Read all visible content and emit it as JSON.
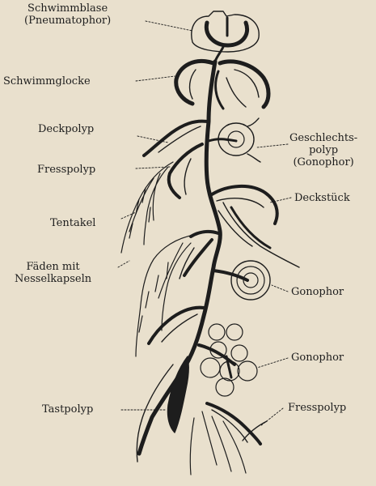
{
  "labels": {
    "schwimmblase": [
      "Schwimmblase",
      "(Pneumatophor)"
    ],
    "schwimmglocke": "Schwimmglocke",
    "deckpolyp": "Deckpolyp",
    "fresspolyp_left": "Fresspolyp",
    "tentakel": "Tentakel",
    "faeden": [
      "Fäden mit",
      "Nesselkapseln"
    ],
    "tastpolyp": "Tastpolyp",
    "geschlechtspolyp": [
      "Geschlechts-",
      "polyp",
      "(Gonophor)"
    ],
    "deckstueck": "Deckstück",
    "gonophor_upper": "Gonophor",
    "gonophor_lower": "Gonophor",
    "fresspolyp_right": "Fresspolyp"
  },
  "colors": {
    "paper": "#e9e0cd",
    "ink": "#1d1d1d"
  }
}
